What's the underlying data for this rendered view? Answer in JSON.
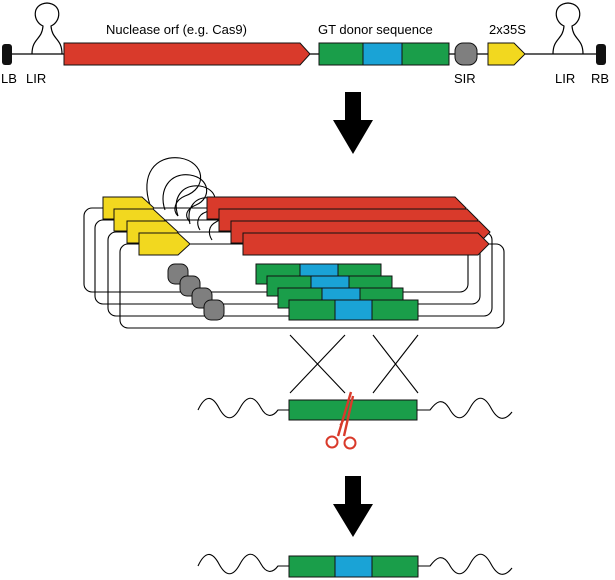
{
  "construct": {
    "labels": {
      "lb": "LB",
      "lir_left": "LIR",
      "nuclease": "Nuclease orf (e.g. Cas9)",
      "gt_donor": "GT donor sequence",
      "sir": "SIR",
      "promoter": "2x35S",
      "lir_right": "LIR",
      "rb": "RB"
    }
  },
  "colors": {
    "nuclease": "#d93a2b",
    "donor_green": "#1a9e4a",
    "donor_blue": "#1aa3d6",
    "promoter": "#f2d81f",
    "sir": "#7f7f7f",
    "border": "#111111",
    "line": "#000000",
    "scissors": "#d93a2b"
  },
  "icons": {
    "arrow": "down-arrow-icon",
    "cut": "scissors-icon"
  }
}
